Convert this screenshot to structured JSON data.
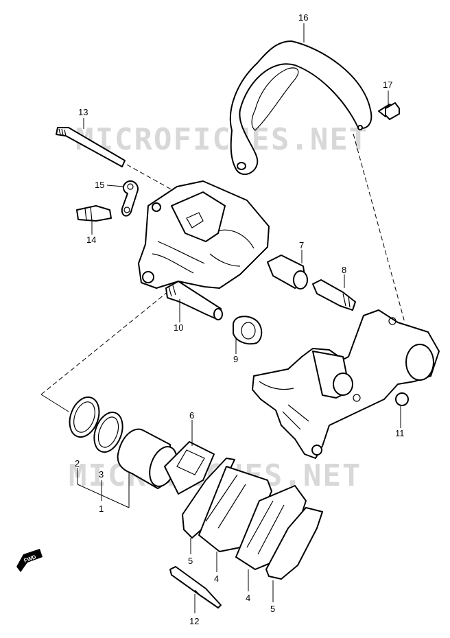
{
  "watermark": "MICROFICHES.NET",
  "fwd_label": "FWD",
  "callouts": {
    "c1": "1",
    "c2": "2",
    "c3": "3",
    "c4a": "4",
    "c4b": "4",
    "c5a": "5",
    "c5b": "5",
    "c6": "6",
    "c7": "7",
    "c8": "8",
    "c9": "9",
    "c10": "10",
    "c11": "11",
    "c12": "12",
    "c13": "13",
    "c14": "14",
    "c15": "15",
    "c16": "16",
    "c17": "17"
  }
}
